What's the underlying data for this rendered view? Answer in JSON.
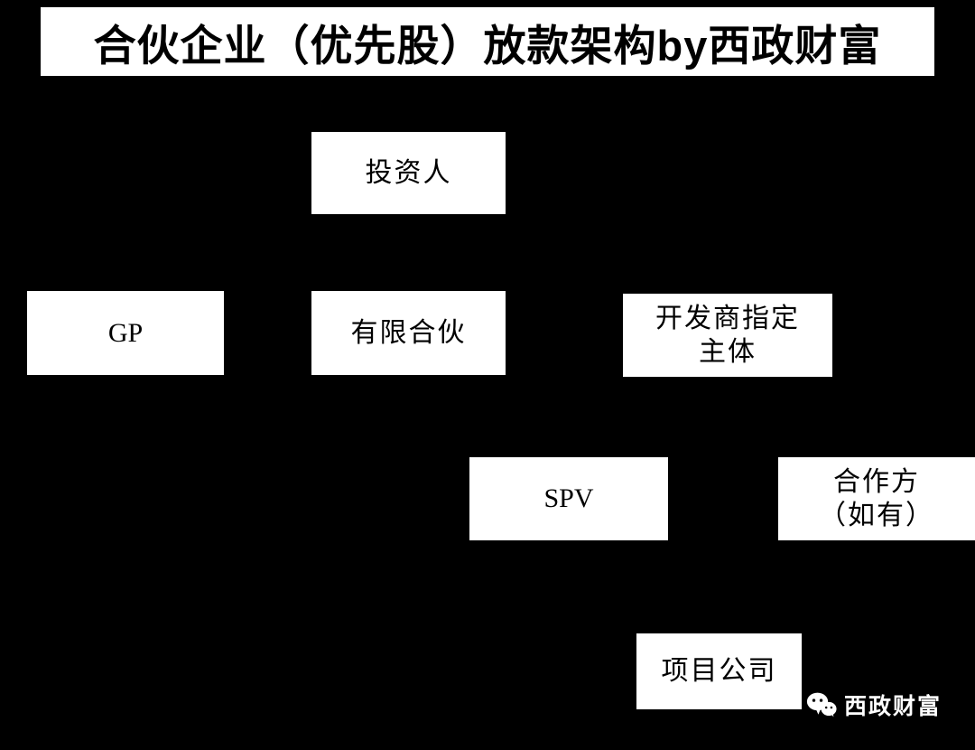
{
  "title": "合伙企业（优先股）放款架构by西政财富",
  "colors": {
    "background": "#000000",
    "box_background": "#ffffff",
    "box_text": "#000000",
    "title_background": "#ffffff",
    "title_text": "#000000",
    "watermark_text": "#ffffff"
  },
  "nodes": [
    {
      "id": "investor",
      "label": "投资人"
    },
    {
      "id": "gp",
      "label": "GP"
    },
    {
      "id": "lp",
      "label": "有限合伙"
    },
    {
      "id": "developer",
      "label": "开发商指定\n主体"
    },
    {
      "id": "spv",
      "label": "SPV"
    },
    {
      "id": "partner",
      "label": "合作方\n（如有）"
    },
    {
      "id": "project",
      "label": "项目公司"
    }
  ],
  "watermark": {
    "icon": "wechat-icon",
    "label": "西政财富"
  }
}
